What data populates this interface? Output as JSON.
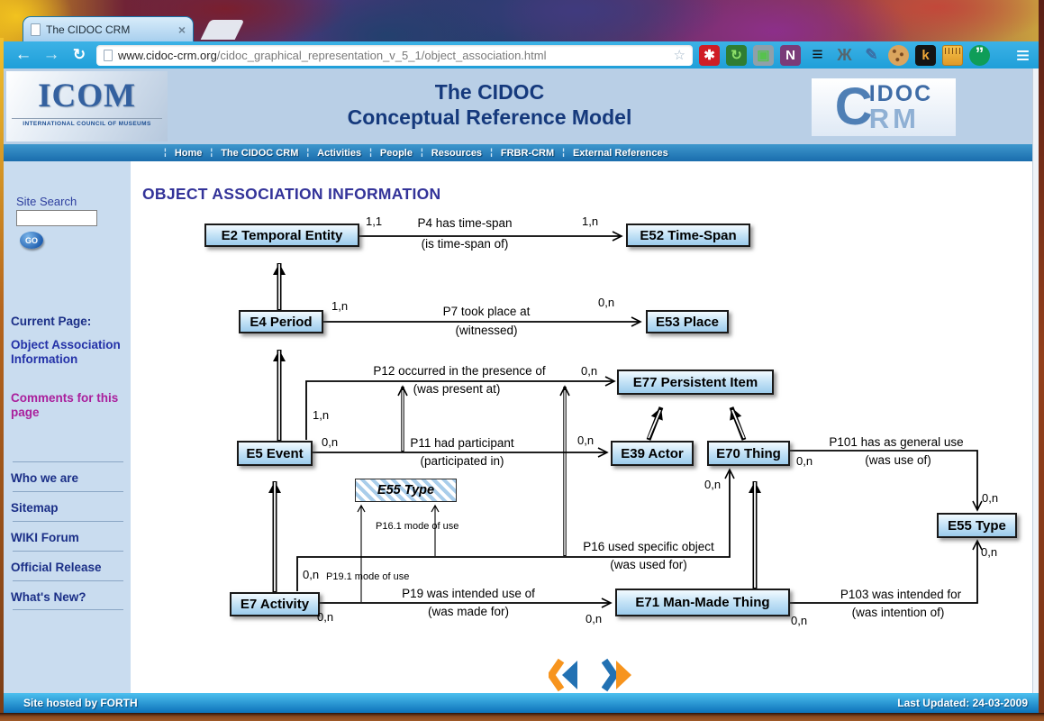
{
  "browser": {
    "tab": {
      "title": "The CIDOC CRM",
      "close_glyph": "×"
    },
    "toolbar": {
      "back_glyph": "←",
      "forward_glyph": "→",
      "reload_glyph": "↻",
      "url_domain": "www.cidoc-crm.org",
      "url_path": "/cidoc_graphical_representation_v_5_1/object_association.html",
      "bookmark_glyph": "☆",
      "menu_glyph": "≡",
      "extensions": [
        {
          "name": "lastpass-icon",
          "glyph": "✱",
          "bg": "#cf1d25",
          "fg": "#ffffff"
        },
        {
          "name": "session-refresh-icon",
          "glyph": "↻",
          "bg": "#2f7d32",
          "fg": "#8ee06a"
        },
        {
          "name": "screenshare-icon",
          "glyph": "▣",
          "bg": "#8fa0aa",
          "fg": "#57c24e"
        },
        {
          "name": "onenote-icon",
          "glyph": "N",
          "bg": "#7a3b78",
          "fg": "#ffffff"
        },
        {
          "name": "layers-icon",
          "glyph": "≡",
          "bg": "",
          "fg": "#111111"
        },
        {
          "name": "bug-icon",
          "glyph": "Ж",
          "bg": "",
          "fg": "#55666e"
        },
        {
          "name": "eyedropper-icon",
          "glyph": "✎",
          "bg": "",
          "fg": "#3b6ea5"
        },
        {
          "name": "cookie-icon",
          "glyph": "",
          "bg": "",
          "fg": ""
        },
        {
          "name": "keepa-icon",
          "glyph": "k",
          "bg": "#141414",
          "fg": "#f0a838"
        },
        {
          "name": "ruler-icon",
          "glyph": "",
          "bg": "",
          "fg": ""
        },
        {
          "name": "hangouts-icon",
          "glyph": "”",
          "bg": "#0f9d58",
          "fg": "#ffffff"
        }
      ]
    }
  },
  "site": {
    "header": {
      "icom_text": "ICOM",
      "icom_caption": "INTERNATIONAL COUNCIL OF MUSEUMS",
      "title_line1": "The CIDOC",
      "title_line2": "Conceptual Reference Model",
      "crm_logo": {
        "c": "C",
        "idoc": "IDOC",
        "rm": "RM"
      }
    },
    "nav": {
      "separator": "¦",
      "items": [
        "Home",
        "The CIDOC CRM",
        "Activities",
        "People",
        "Resources",
        "FRBR-CRM",
        "External References"
      ]
    },
    "sidebar": {
      "search_label": "Site Search",
      "go_label": "GO",
      "current_page_label": "Current Page:",
      "current_page": "Object Association Information",
      "comments_link": "Comments for this page",
      "links": [
        "Who we are",
        "Sitemap",
        "WIKI Forum",
        "Official Release",
        "What's New?"
      ]
    },
    "footer": {
      "left": "Site hosted by FORTH",
      "right": "Last Updated: 24-03-2009"
    }
  },
  "page": {
    "title": "OBJECT ASSOCIATION INFORMATION",
    "diagram": {
      "boxes": [
        {
          "id": "E2",
          "label": "E2 Temporal Entity"
        },
        {
          "id": "E52",
          "label": "E52 Time-Span"
        },
        {
          "id": "E4",
          "label": "E4 Period"
        },
        {
          "id": "E53",
          "label": "E53 Place"
        },
        {
          "id": "E77",
          "label": "E77 Persistent Item"
        },
        {
          "id": "E5",
          "label": "E5 Event"
        },
        {
          "id": "E39",
          "label": "E39 Actor"
        },
        {
          "id": "E70",
          "label": "E70 Thing"
        },
        {
          "id": "E55-instance",
          "label": "E55 Type",
          "style": "hatched"
        },
        {
          "id": "E7",
          "label": "E7 Activity"
        },
        {
          "id": "E71",
          "label": "E71 Man-Made Thing"
        },
        {
          "id": "E55",
          "label": "E55 Type"
        }
      ],
      "properties": [
        {
          "name": "P4 has time-span",
          "inverse": "(is time-span of)",
          "from": "E2 Temporal Entity",
          "to": "E52 Time-Span",
          "card_from": "1,1",
          "card_to": "1,n"
        },
        {
          "name": "P7 took place at",
          "inverse": "(witnessed)",
          "from": "E4 Period",
          "to": "E53 Place",
          "card_from": "1,n",
          "card_to": "0,n"
        },
        {
          "name": "P12 occurred in the presence of",
          "inverse": "(was present at)",
          "from": "E5 Event",
          "to": "E77 Persistent Item",
          "card_from": "1,n",
          "card_to": "0,n"
        },
        {
          "name": "P11 had participant",
          "inverse": "(participated in)",
          "from": "E5 Event",
          "to": "E39 Actor",
          "card_from": "0,n",
          "card_to": "0,n"
        },
        {
          "name": "P16 used specific object",
          "inverse": "(was used for)",
          "from": "E7 Activity",
          "to": "E70 Thing",
          "card_from": "0,n",
          "card_to": "0,n"
        },
        {
          "name": "P19 was intended use of",
          "inverse": "(was made for)",
          "from": "E7 Activity",
          "to": "E71 Man-Made Thing",
          "card_from": "0,n",
          "card_to": "0,n"
        },
        {
          "name": "P101 has as general use",
          "inverse": "(was use of)",
          "from": "E70 Thing",
          "to": "E55 Type",
          "card_from": "0,n",
          "card_to": "0,n"
        },
        {
          "name": "P103 was intended for",
          "inverse": "(was intention of)",
          "from": "E71 Man-Made Thing",
          "to": "E55 Type",
          "card_from": "0,n",
          "card_to": "0,n"
        },
        {
          "name": "P16.1 mode of use",
          "to": "E55 Type"
        },
        {
          "name": "P19.1 mode of use",
          "to": "E55 Type"
        }
      ],
      "isa": [
        "E4 Period → E2 Temporal Entity",
        "E5 Event → E4 Period",
        "E7 Activity → E5 Event",
        "E39 Actor → E77 Persistent Item",
        "E70 Thing → E77 Persistent Item",
        "E71 Man-Made Thing → E70 Thing"
      ],
      "subproperty_of": [
        "P11 → P12",
        "P16 → P12"
      ]
    }
  }
}
